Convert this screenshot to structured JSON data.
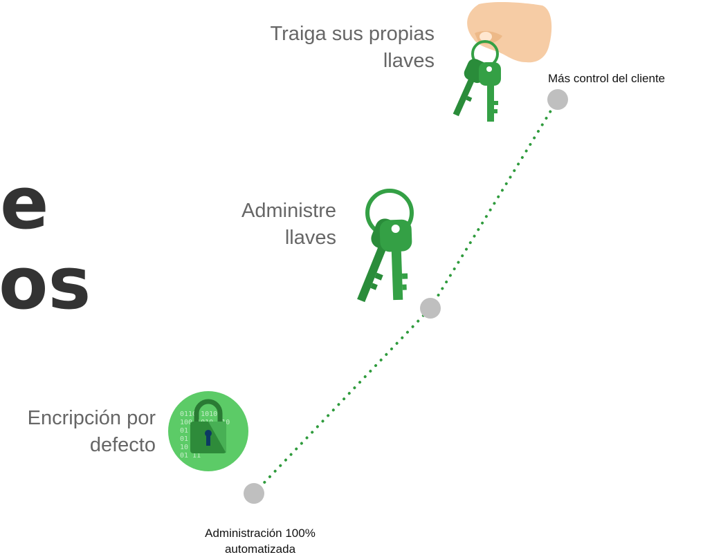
{
  "title_fragments": [
    "e",
    "os"
  ],
  "levels": [
    {
      "label_lines": [
        "Encripción por",
        "defecto"
      ],
      "caption_lines": [
        "Administración 100%",
        "automatizada"
      ],
      "icon": "lock-icon"
    },
    {
      "label_lines": [
        "Administre",
        "llaves"
      ],
      "caption_lines": [],
      "icon": "keys-icon"
    },
    {
      "label_lines": [
        "Traiga sus propias",
        "llaves"
      ],
      "caption_lines": [
        "Más control del cliente"
      ],
      "icon": "hand-keys-icon"
    }
  ],
  "colors": {
    "key_green": "#34a045",
    "key_dark": "#2a8c3a",
    "circle_green": "#5ccb67",
    "dot_line": "#2f9b3d",
    "node_gray": "#bfbfbf",
    "skin": "#f6cca5",
    "heading": "#333333",
    "label": "#666666"
  }
}
